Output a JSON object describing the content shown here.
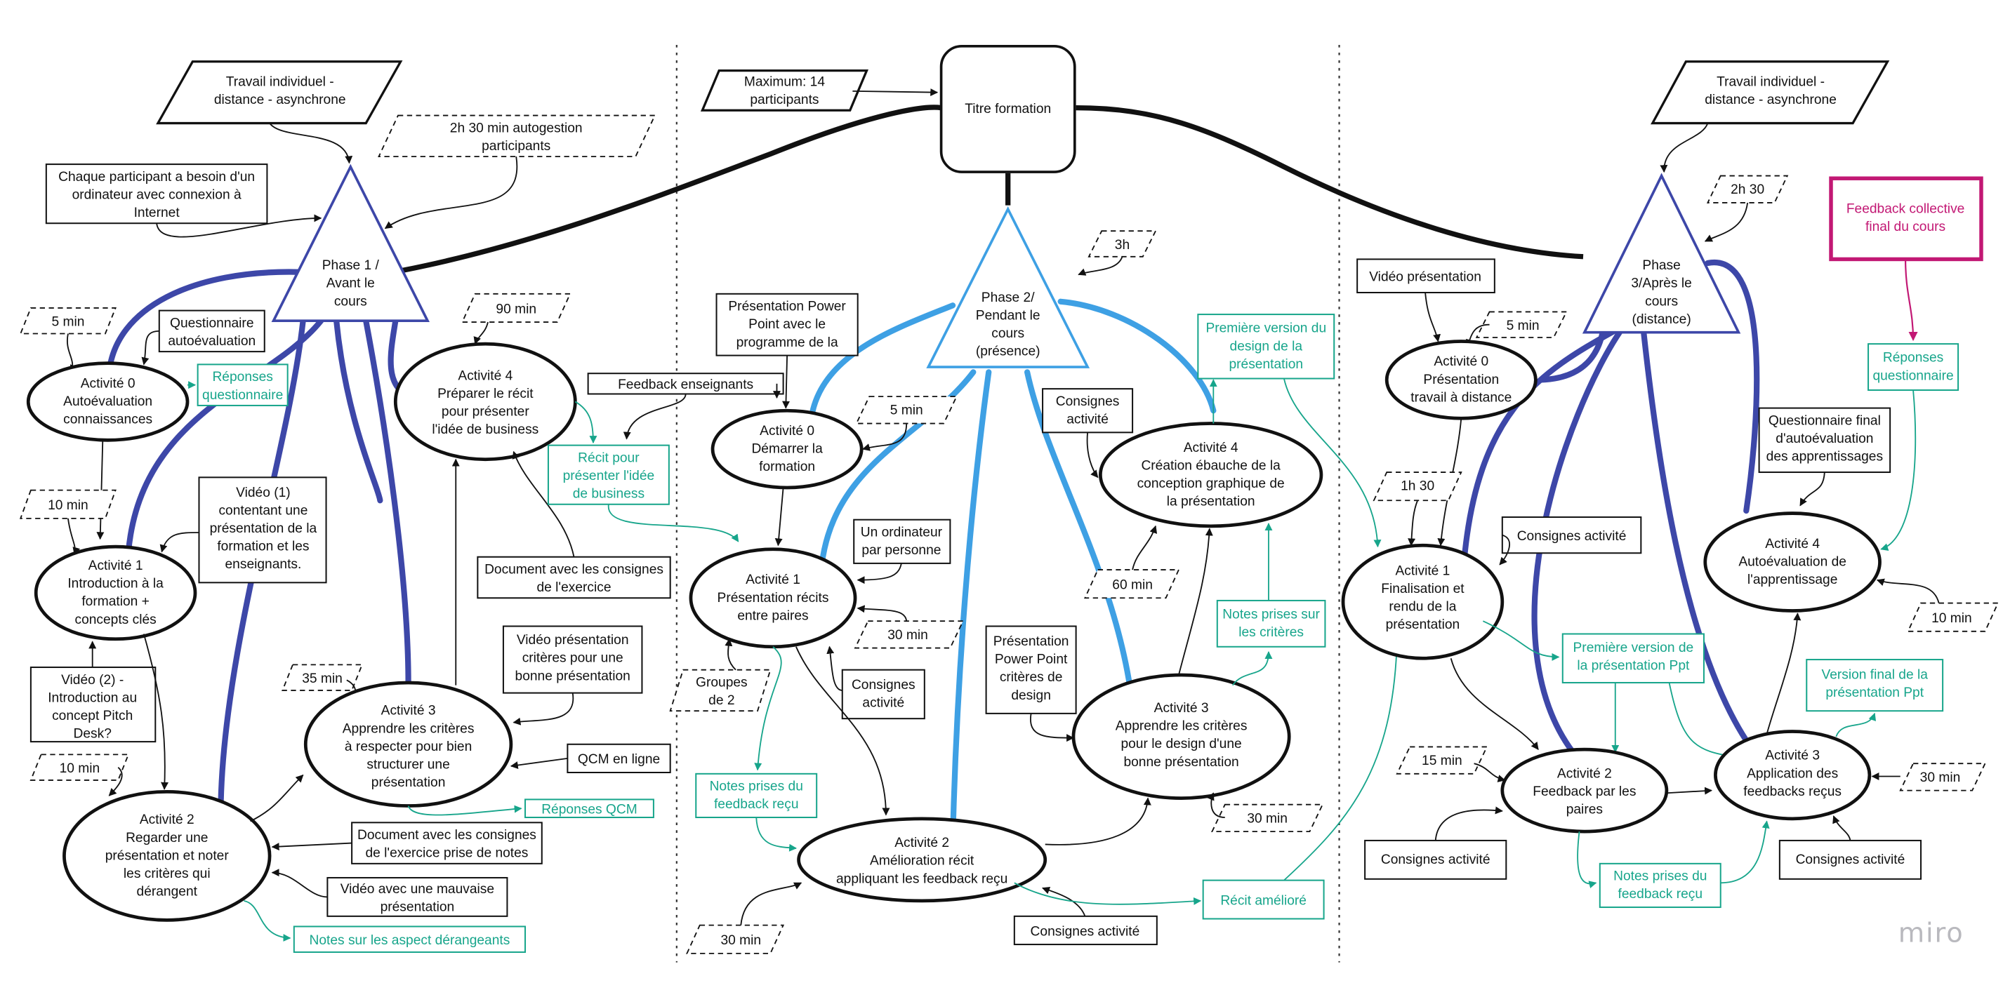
{
  "title": "Titre formation",
  "header": {
    "max_participants": [
      "Maximum: 14",
      "participants"
    ],
    "left_work": [
      "Travail individuel -",
      "distance - asynchrone"
    ],
    "right_work": [
      "Travail individuel -",
      "distance - asynchrone"
    ]
  },
  "phase1": {
    "label": [
      "Phase 1 /",
      "Avant le",
      "cours"
    ],
    "autogestion": [
      "2h 30 min autogestion",
      "participants"
    ],
    "participant_need": [
      "Chaque participant a besoin d'un",
      "ordinateur avec connexion à",
      "Internet"
    ],
    "act0": {
      "label": [
        "Activité 0",
        "Autoévaluation",
        "connaissances"
      ],
      "time": "5 min",
      "input": [
        "Questionnaire",
        "autoévaluation"
      ],
      "output": [
        "Réponses",
        "questionnaire"
      ]
    },
    "act1": {
      "label": [
        "Activité 1",
        "Introduction à la",
        "formation +",
        "concepts clés"
      ],
      "time": "10 min",
      "input1": [
        "Vidéo (1)",
        "contentant une",
        "présentation  de la",
        "formation et les",
        "enseignants."
      ],
      "input2": [
        "Vidéo (2) -",
        "Introduction au",
        "concept Pitch",
        "Desk?"
      ]
    },
    "act2": {
      "label": [
        "Activité 2",
        "Regarder une",
        "présentation et noter",
        "les critères qui",
        "dérangent"
      ],
      "time": "10 min",
      "input1": [
        "Document avec les consignes",
        "de l'exercice prise de notes"
      ],
      "input2": [
        "Vidéo avec une mauvaise",
        "présentation"
      ],
      "output": "Notes sur les aspect dérangeants"
    },
    "act3": {
      "label": [
        "Activité 3",
        "Apprendre les critères",
        "à respecter pour bien",
        "structurer une",
        "présentation"
      ],
      "time": "35 min",
      "input1": [
        "Vidéo présentation",
        "critères pour une",
        "bonne présentation"
      ],
      "input2": "QCM en ligne",
      "output": "Réponses QCM"
    },
    "act4": {
      "label": [
        "Activité 4",
        "Préparer le récit",
        "pour présenter",
        "l'idée de business"
      ],
      "time": "90 min",
      "input": [
        "Document avec les consignes",
        "de l'exercice"
      ],
      "output": [
        "Récit pour",
        "présenter l'idée",
        "de business"
      ]
    }
  },
  "phase2": {
    "label": [
      "Phase 2/",
      "Pendant le",
      "cours",
      "(présence)"
    ],
    "duration": "3h",
    "act0": {
      "label": [
        "Activité 0",
        "Démarrer la",
        "formation"
      ],
      "time": "5 min",
      "input1": [
        "Présentation Power",
        "Point avec le",
        "programme de la"
      ],
      "input2": "Feedback enseignants"
    },
    "act1": {
      "label": [
        "Activité 1",
        "Présentation récits",
        "entre paires"
      ],
      "time": "30 min",
      "input1": [
        "Un ordinateur",
        "par personne"
      ],
      "input2": [
        "Consignes",
        "activité"
      ],
      "groups": [
        "Groupes",
        "de 2"
      ],
      "output": [
        "Notes prises du",
        "feedback reçu"
      ]
    },
    "act2": {
      "label": [
        "Activité 2",
        "Amélioration récit",
        "appliquant les feedback reçu"
      ],
      "time": "30 min",
      "input": "Consignes activité",
      "output": "Récit amélioré"
    },
    "act3": {
      "label": [
        "Activité 3",
        "Apprendre les critères",
        "pour le design d'une",
        "bonne présentation"
      ],
      "time": "30 min",
      "input": [
        "Présentation",
        "Power Point",
        "critères de",
        "design"
      ],
      "output": [
        "Notes prises sur",
        "les critères"
      ]
    },
    "act4": {
      "label": [
        "Activité 4",
        "Création ébauche de la",
        "conception graphique de",
        "la présentation"
      ],
      "time": "60 min",
      "input": [
        "Consignes",
        "activité"
      ],
      "output": [
        "Première version du",
        "design de la",
        "présentation"
      ]
    }
  },
  "phase3": {
    "label": [
      "Phase",
      "3/Après le",
      "cours",
      "(distance)"
    ],
    "duration": "2h 30",
    "final_feedback": [
      "Feedback collective",
      "final du cours"
    ],
    "responses": [
      "Réponses",
      "questionnaire"
    ],
    "act0": {
      "label": [
        "Activité 0",
        "Présentation",
        "travail à distance"
      ],
      "time": "5 min",
      "input": "Vidéo présentation"
    },
    "act1": {
      "label": [
        "Activité 1",
        "Finalisation et",
        "rendu de la",
        "présentation"
      ],
      "time": "1h 30",
      "input": "Consignes activité",
      "output": [
        "Première version de",
        "la présentation Ppt"
      ]
    },
    "act2": {
      "label": [
        "Activité 2",
        "Feedback par les",
        "paires"
      ],
      "time": "15 min",
      "input": "Consignes activité",
      "output": [
        "Notes prises du",
        "feedback reçu"
      ]
    },
    "act3": {
      "label": [
        "Activité 3",
        "Application des",
        "feedbacks reçus"
      ],
      "time": "30 min",
      "input": "Consignes activité",
      "output": [
        "Version final de la",
        "présentation Ppt"
      ]
    },
    "act4": {
      "label": [
        "Activité 4",
        "Autoévaluation de",
        "l'apprentissage"
      ],
      "time": "10 min",
      "input": [
        "Questionnaire final",
        "d'autoévaluation",
        "des apprentissages"
      ]
    }
  },
  "brand": "miro",
  "colors": {
    "phase_dark": "#3d47a8",
    "phase_light": "#3ea0e4",
    "output_green": "#17a58b",
    "final_pink": "#c21874"
  }
}
